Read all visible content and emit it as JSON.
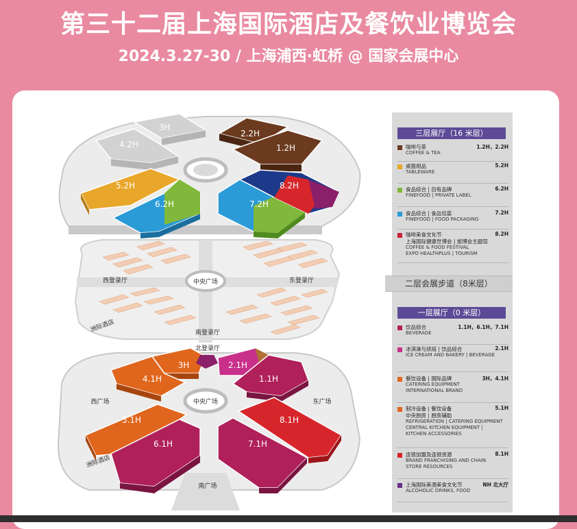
{
  "header": {
    "title": "第三十二届上海国际酒店及餐饮业博览会",
    "subtitle": "2024.3.27-30 / 上海浦西·虹桥 @ 国家会展中心"
  },
  "map": {
    "halls_upper": {
      "h3": "3H",
      "h42": "4.2H",
      "h22": "2.2H",
      "h12": "1.2H",
      "h52": "5.2H",
      "h62": "6.2H",
      "h72": "7.2H",
      "h82": "8.2H"
    },
    "halls_lower": {
      "h3": "3H",
      "h41": "4.1H",
      "h21": "2.1H",
      "h11": "1.1H",
      "h51": "5.1H",
      "h61": "6.1H",
      "h71": "7.1H",
      "h81": "8.1H"
    },
    "places": {
      "central_plaza_mid": "中央广场",
      "west_lobby": "西登录厅",
      "east_lobby": "东登录厅",
      "south_lobby": "南登录厅",
      "north_lobby": "北登录厅",
      "hotel_left": "洲际酒店",
      "central_plaza_low": "中央广场",
      "west_plaza": "西广场",
      "east_plaza": "东广场",
      "south_plaza": "南广场",
      "hotel_left_low": "洲际酒店"
    }
  },
  "legend": {
    "floor3_title": "三层展厅（16 米层）",
    "floor3": [
      {
        "cn": "咖啡与茶",
        "en": [
          "COFFEE & TEA"
        ],
        "hall": "1.2H，2.2H",
        "color": "#6b3a1f"
      },
      {
        "cn": "桌面用品",
        "en": [
          "TABLEWARE"
        ],
        "hall": "5.2H",
        "color": "#e8a62a"
      },
      {
        "cn": "食品综合 | 自有品牌",
        "en": [
          "FINEFOOD | PRIVATE LABEL"
        ],
        "hall": "6.2H",
        "color": "#7fb83a"
      },
      {
        "cn": "食品综合 | 食品包装",
        "en": [
          "FINEFOOD | FOOD PACKAGING"
        ],
        "hall": "7.2H",
        "color": "#2a9bd6"
      },
      {
        "cn": "咖啡美食文化节",
        "cn2": "上海国际健康世博会 | 旅博会主题馆",
        "en": [
          "COFFEE & FOOD FESTIVAL",
          "EXPO HEALTHPLUS | TOURISM"
        ],
        "hall": "8.2H",
        "color": "#c8203a"
      }
    ],
    "floor2_title": "二层会展步道（8米层）",
    "floor1_title": "一层展厅（0 米层）",
    "floor1": [
      {
        "cn": "饮品综合",
        "en": [
          "BEVERAGE"
        ],
        "hall": "1.1H，6.1H，7.1H",
        "color": "#b0205a"
      },
      {
        "cn": "冰淇淋与烘焙 | 饮品综合",
        "en": [
          "ICE CREAM AND BAKERY | BEVERAGE"
        ],
        "hall": "2.1H",
        "color": "#c8308a"
      },
      {
        "cn": "餐饮设备 | 国际品牌",
        "en": [
          "CATERING EQUIPMENT",
          "INTERNATIONAL BRAND"
        ],
        "hall": "3H，4.1H",
        "color": "#e0661e"
      },
      {
        "cn": "制冷设备 | 餐饮设备",
        "cn2": "中央厨房 | 厨房辅助",
        "en": [
          "REFRIGERATION | CATERING EQUIPMENT",
          "CENTRAL KITCHEN EQUIPMENT |",
          "KITCHEN ACCESSORIES"
        ],
        "hall": "5.1H",
        "color": "#e0661e"
      },
      {
        "cn": "连锁加盟及连锁资源",
        "en": [
          "BRAND FRANCHISING AND CHAIN",
          "STORE RESOURCES"
        ],
        "hall": "8.1H",
        "color": "#d7262b"
      },
      {
        "cn": "上海国际美酒美食文化节",
        "en": [
          "ALCOHOLIC DRINKS, FOOD"
        ],
        "hall": "NH 北大厅",
        "color": "#6a2f8a"
      }
    ]
  },
  "colors": {
    "background": "#e98aa0",
    "legend_header": "#5c4a96",
    "coffee": "#6b3a1f",
    "tableware": "#e8a62a",
    "green": "#7fb83a",
    "blue": "#2a9bd6",
    "navy": "#1d3a8a",
    "red": "#d7262b",
    "purple": "#8a1f6a",
    "magenta": "#b0205a",
    "orange": "#e0661e"
  }
}
